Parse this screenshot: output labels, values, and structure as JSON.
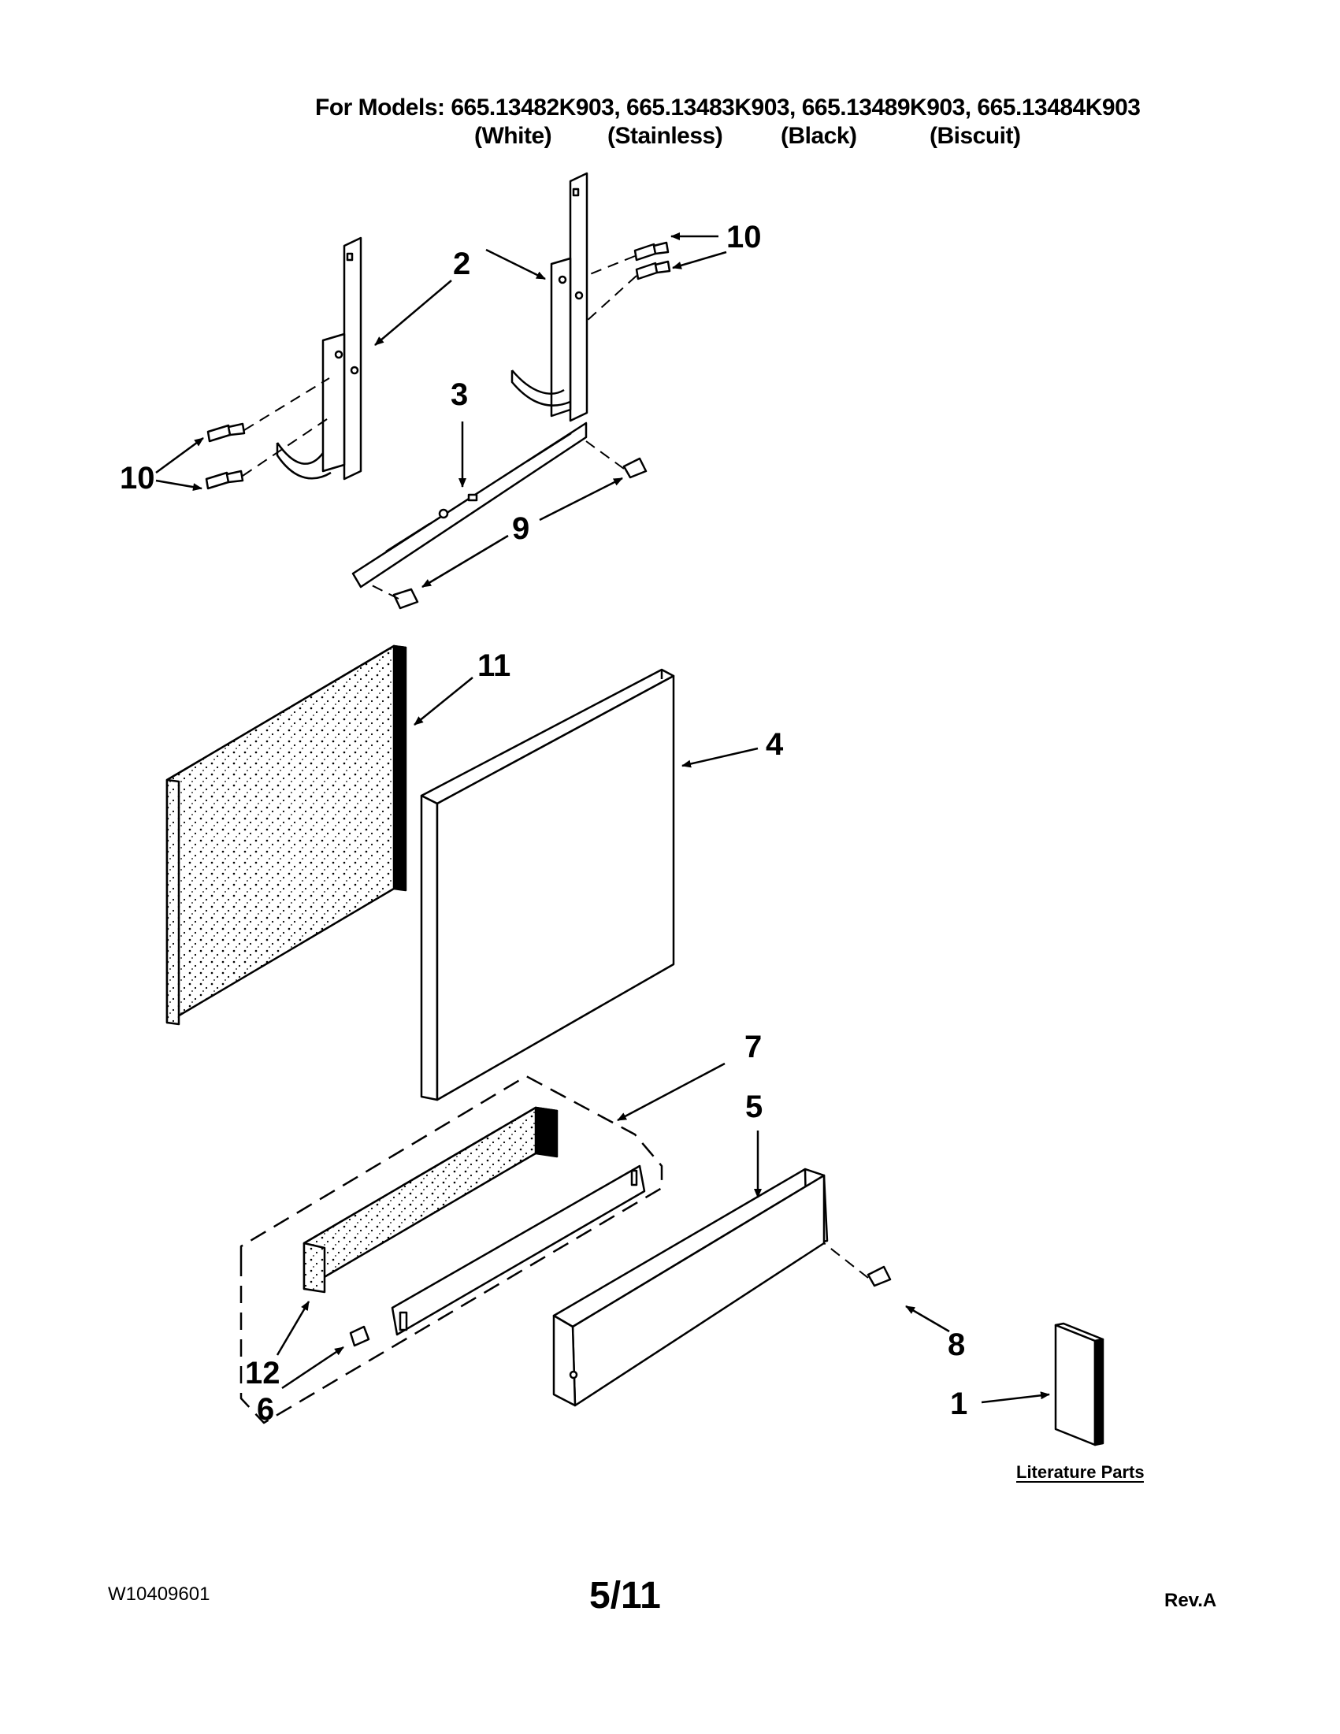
{
  "header": {
    "models_line": "For Models: 665.13482K903, 665.13483K903, 665.13489K903, 665.13484K903",
    "colors": [
      "(White)",
      "(Stainless)",
      "(Black)",
      "(Biscuit)"
    ]
  },
  "callouts": {
    "c1": "1",
    "c2": "2",
    "c3": "3",
    "c4": "4",
    "c5": "5",
    "c6": "6",
    "c7": "7",
    "c8": "8",
    "c9": "9",
    "c10a": "10",
    "c10b": "10",
    "c11": "11",
    "c12": "12"
  },
  "literature_label": "Literature Parts",
  "footer": {
    "doc_number": "W10409601",
    "page": "5/11",
    "revision": "Rev.A"
  }
}
